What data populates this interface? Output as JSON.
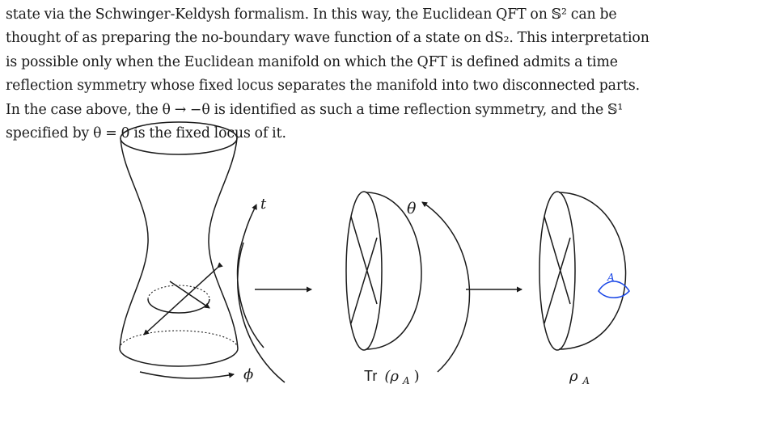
{
  "paragraph": {
    "lines": [
      "state via the Schwinger-Keldysh formalism. In this way, the Euclidean QFT on 𝕊² can be",
      "thought of as preparing the no-boundary wave function of a state on dS₂. This interpretation",
      "is possible only when the Euclidean manifold on which the QFT is defined admits a time",
      "reflection symmetry whose fixed locus separates the manifold into two disconnected parts.",
      "In the case above, the θ → −θ is identified as such a time reflection symmetry, and the 𝕊¹",
      "specified by θ = 0 is the fixed locus of it."
    ]
  },
  "figure": {
    "labels": {
      "t": "t",
      "phi": "ϕ",
      "theta": "θ",
      "region": "A"
    },
    "captions": {
      "trace_prefix": "Tr",
      "trace_arg": "(ρ",
      "trace_sub": "A",
      "trace_close": ")",
      "rho": "ρ",
      "rho_sub": "A"
    },
    "colors": {
      "ink": "#1a1a1a",
      "region": "#1a47e6"
    }
  }
}
